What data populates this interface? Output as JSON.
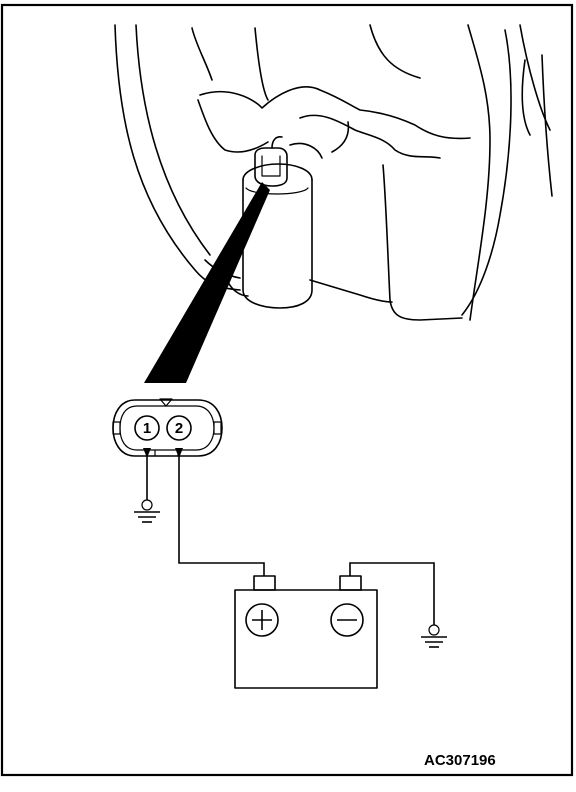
{
  "connector": {
    "pin1_label": "1",
    "pin2_label": "2"
  },
  "battery": {
    "positive_symbol": "+",
    "negative_symbol": "−"
  },
  "reference_code": "AC307196",
  "colors": {
    "line": "#000000",
    "background": "#ffffff"
  }
}
